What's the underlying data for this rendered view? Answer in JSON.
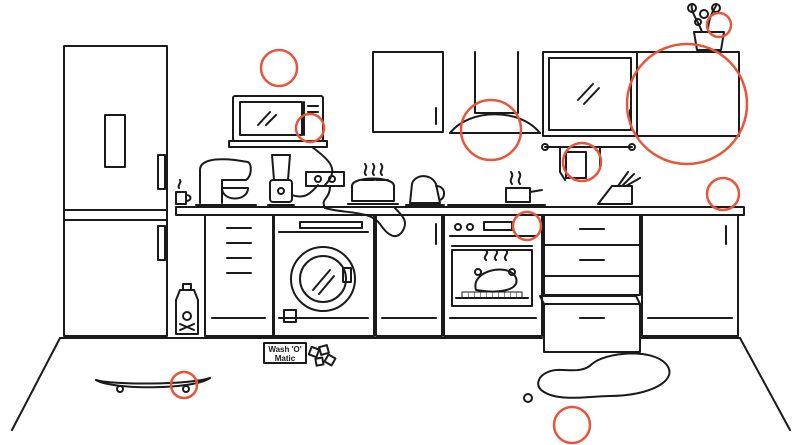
{
  "colors": {
    "line": "#1a1a1a",
    "background": "#ffffff",
    "marker": "#e8553a"
  },
  "labels": {
    "detergent_box_line1": "Wash 'O'",
    "detergent_box_line2": "Matic"
  },
  "hazard_markers": [
    {
      "name": "hazard-marker-plant-pot"
    },
    {
      "name": "hazard-marker-wall-cabinet"
    },
    {
      "name": "hazard-marker-above-microwave"
    },
    {
      "name": "hazard-marker-microwave-cord"
    },
    {
      "name": "hazard-marker-cooker-hood"
    },
    {
      "name": "hazard-marker-wall-socket"
    },
    {
      "name": "hazard-marker-counter-edge"
    },
    {
      "name": "hazard-marker-oven-knob"
    },
    {
      "name": "hazard-marker-skateboard"
    },
    {
      "name": "hazard-marker-spill"
    }
  ]
}
